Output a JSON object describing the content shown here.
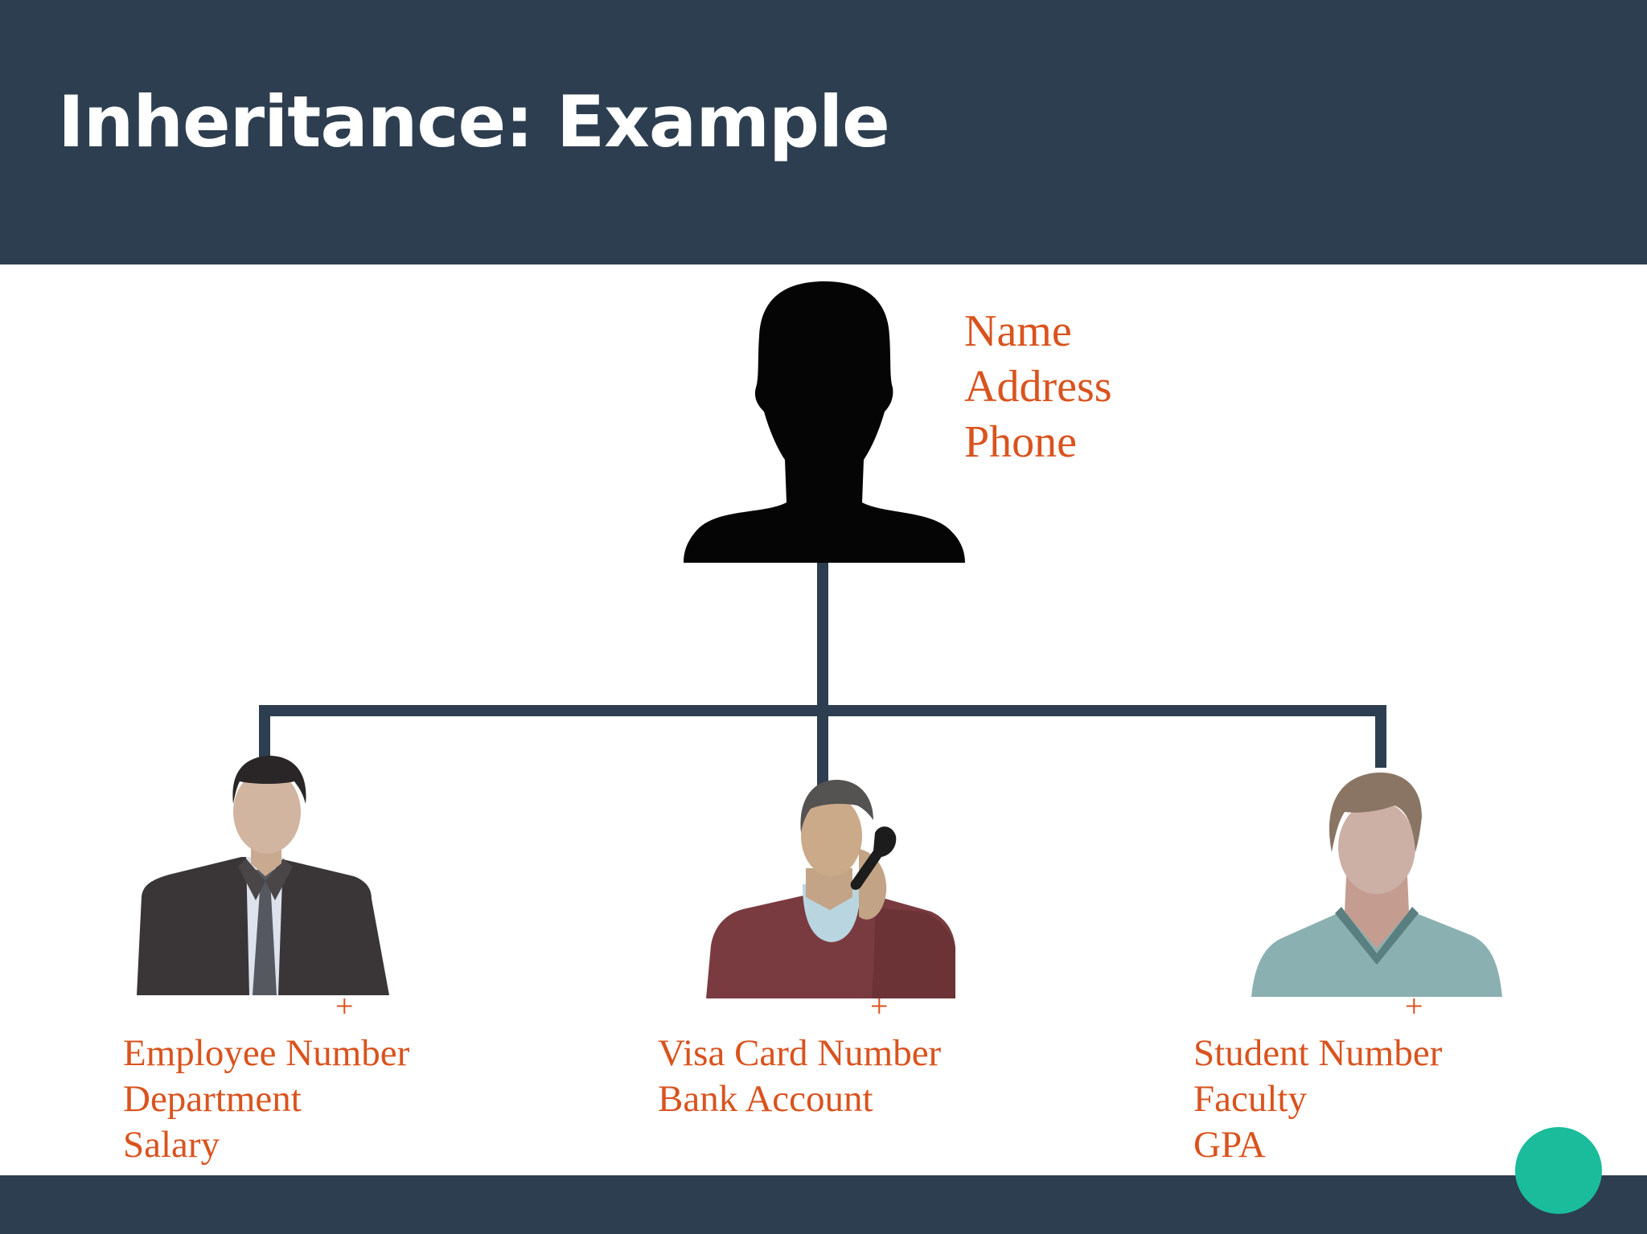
{
  "slide": {
    "title": "Inheritance: Example",
    "colors": {
      "header": "#2d3e50",
      "accent_text": "#d9531e",
      "dot": "#1abc9c",
      "connector": "#2d3e50"
    }
  },
  "diagram": {
    "parent": {
      "icon": "person-silhouette-icon",
      "attributes": [
        "Name",
        "Address",
        "Phone"
      ]
    },
    "children": [
      {
        "icon": "businessman-icon",
        "plus": "+",
        "attributes": [
          "Employee Number",
          "Department",
          "Salary"
        ]
      },
      {
        "icon": "man-on-phone-icon",
        "plus": "+",
        "attributes": [
          "Visa Card Number",
          "Bank Account"
        ]
      },
      {
        "icon": "student-icon",
        "plus": "+",
        "attributes": [
          "Student Number",
          "Faculty",
          "GPA"
        ]
      }
    ]
  }
}
